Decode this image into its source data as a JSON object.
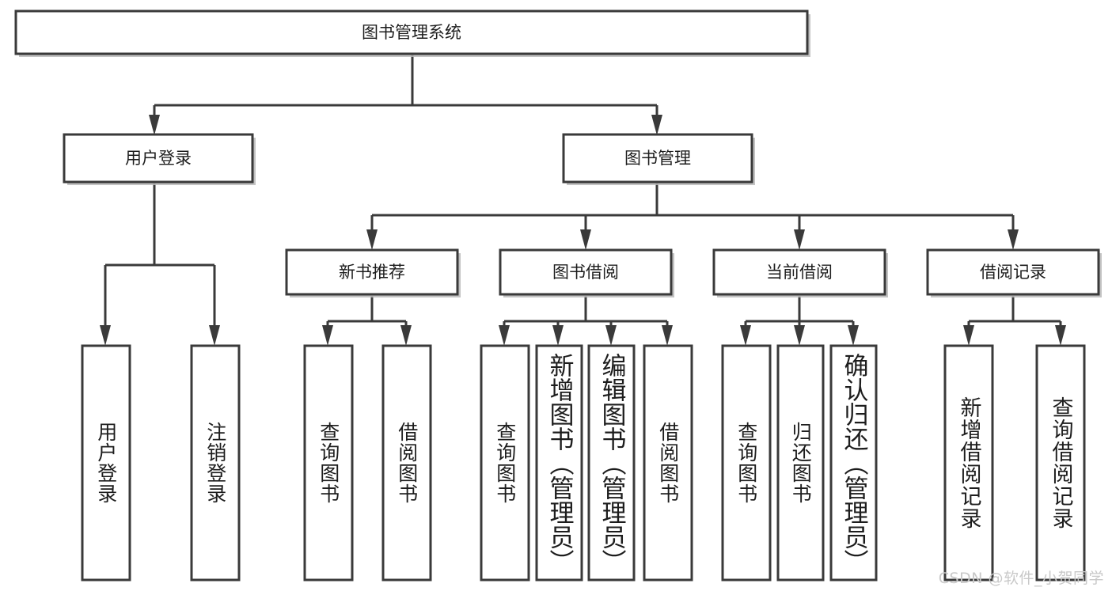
{
  "diagram": {
    "title": "图书管理系统",
    "type": "tree",
    "orientation": "top-down",
    "line_color": "#3a3a3a",
    "box_fill": "#ffffff",
    "text_color": "#1d1d1d",
    "shadow_color": "#b8b8b8"
  },
  "nodes": {
    "root": {
      "label": "图书管理系统"
    },
    "level1": [
      {
        "id": "user-login",
        "label": "用户登录"
      },
      {
        "id": "book-manage",
        "label": "图书管理"
      }
    ],
    "level2": [
      {
        "id": "new-book-rec",
        "label": "新书推荐"
      },
      {
        "id": "book-borrow",
        "label": "图书借阅"
      },
      {
        "id": "current-borrow",
        "label": "当前借阅"
      },
      {
        "id": "borrow-record",
        "label": "借阅记录"
      }
    ],
    "leaves": [
      {
        "id": "leaf-user-login",
        "label": "用户登录",
        "parent": "user-login"
      },
      {
        "id": "leaf-logout-login",
        "label": "注销登录",
        "parent": "user-login"
      },
      {
        "id": "leaf-query-book-1",
        "label": "查询图书",
        "parent": "new-book-rec"
      },
      {
        "id": "leaf-borrow-book-1",
        "label": "借阅图书",
        "parent": "new-book-rec"
      },
      {
        "id": "leaf-query-book-2",
        "label": "查询图书",
        "parent": "book-borrow"
      },
      {
        "id": "leaf-add-book",
        "label": "新增图书（管理员）",
        "parent": "book-borrow"
      },
      {
        "id": "leaf-edit-book",
        "label": "编辑图书（管理员）",
        "parent": "book-borrow"
      },
      {
        "id": "leaf-borrow-book-2",
        "label": "借阅图书",
        "parent": "book-borrow"
      },
      {
        "id": "leaf-query-book-3",
        "label": "查询图书",
        "parent": "current-borrow"
      },
      {
        "id": "leaf-return-book",
        "label": "归还图书",
        "parent": "current-borrow"
      },
      {
        "id": "leaf-confirm-return",
        "label": "确认归还（管理员）",
        "parent": "current-borrow"
      },
      {
        "id": "leaf-add-record",
        "label": "新增借阅记录",
        "parent": "borrow-record"
      },
      {
        "id": "leaf-query-record",
        "label": "查询借阅记录",
        "parent": "borrow-record"
      }
    ]
  },
  "watermark": {
    "text": "CSDN @软件_小贺同学"
  }
}
